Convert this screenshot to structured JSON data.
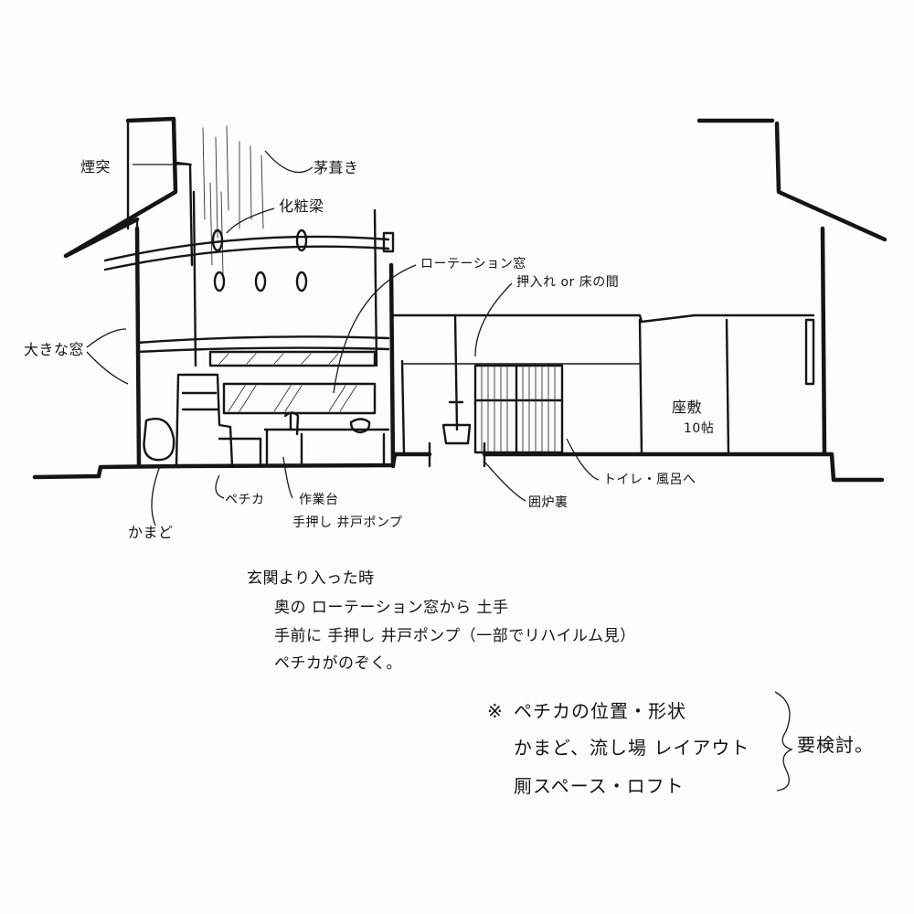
{
  "labels": {
    "chimney": "煙突",
    "thatch": "茅葺き",
    "beam": "化粧梁",
    "rotation_window": "ローテーション窓",
    "closet": "押入れ or 床の間",
    "big_window": "大きな窓",
    "zashiki": "座敷",
    "tatami": "10帖",
    "pechka": "ペチカ",
    "worktable": "作業台",
    "pump": "手押し 井戸ポンプ",
    "toilet_bath": "トイレ・風呂へ",
    "irori": "囲炉裏",
    "kamado": "かまど"
  },
  "notes": [
    "玄関より入った時",
    "奥の ローテーション窓から 土手",
    "手前に 手押し 井戸ポンプ（一部でリハイルム見）",
    "ペチカがのぞく。"
  ],
  "review": {
    "marker": "※",
    "items": [
      "ペチカの位置・形状",
      "かまど、流し場 レイアウト",
      "厠スペース・ロフト"
    ],
    "conclusion": "要検討。"
  }
}
